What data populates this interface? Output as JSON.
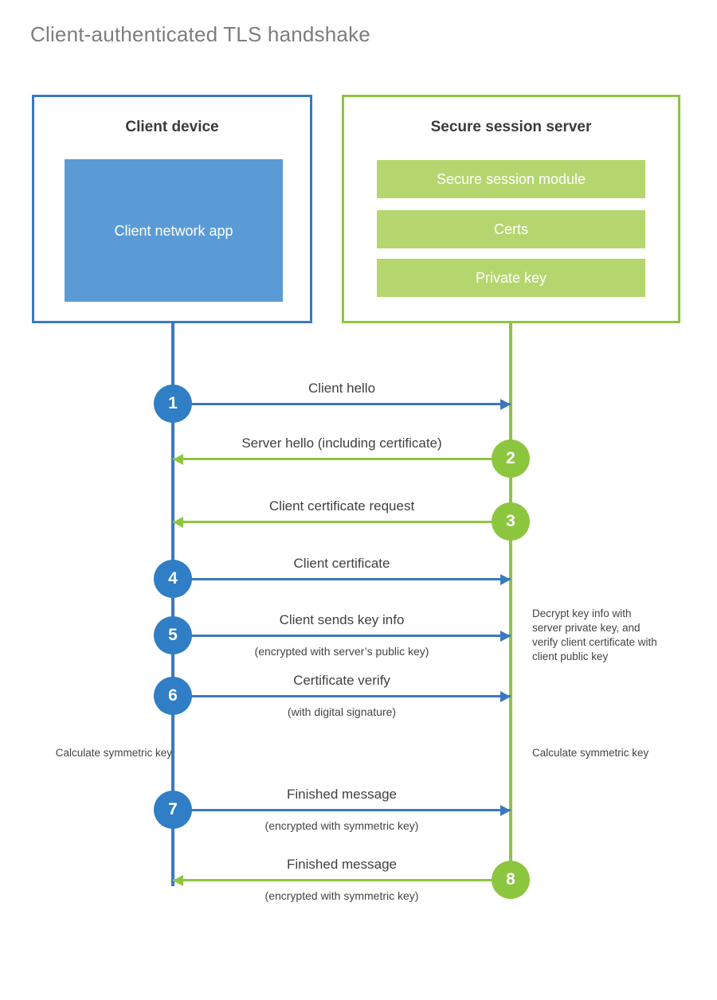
{
  "title": "Client-authenticated TLS handshake",
  "colors": {
    "client_accent": "#3a79bf",
    "client_fill": "#5b9bd5",
    "server_accent": "#8cc63f",
    "server_fill": "#b5d66f",
    "step_blue": "#2f7ec6",
    "step_green": "#8cc63f",
    "title_text": "#7d7d7d",
    "body_text": "#404040"
  },
  "client": {
    "title": "Client device",
    "app_label": "Client network app"
  },
  "server": {
    "title": "Secure session server",
    "rows": [
      {
        "label": "Secure session module"
      },
      {
        "label": "Certs"
      },
      {
        "label": "Private key"
      }
    ]
  },
  "steps": [
    {
      "number": "1",
      "label": "Client hello",
      "sublabel": "",
      "direction": "right",
      "color": "blue"
    },
    {
      "number": "2",
      "label": "Server hello (including certificate)",
      "sublabel": "",
      "direction": "left",
      "color": "green"
    },
    {
      "number": "3",
      "label": "Client certificate request",
      "sublabel": "",
      "direction": "left",
      "color": "green"
    },
    {
      "number": "4",
      "label": "Client certificate",
      "sublabel": "",
      "direction": "right",
      "color": "blue"
    },
    {
      "number": "5",
      "label": "Client sends key info",
      "sublabel": "(encrypted with server’s public key)",
      "direction": "right",
      "color": "blue"
    },
    {
      "number": "6",
      "label": "Certificate verify",
      "sublabel": "(with digital signature)",
      "direction": "right",
      "color": "blue"
    },
    {
      "number": "7",
      "label": "Finished message",
      "sublabel": "(encrypted with symmetric key)",
      "direction": "right",
      "color": "blue"
    },
    {
      "number": "8",
      "label": "Finished message",
      "sublabel": "(encrypted with symmetric key)",
      "direction": "left",
      "color": "green"
    }
  ],
  "notes": {
    "server_decrypt": "Decrypt key info with server private key, and verify client certificate with client public key",
    "client_calculate": "Calculate symmetric key",
    "server_calculate": "Calculate symmetric key"
  }
}
